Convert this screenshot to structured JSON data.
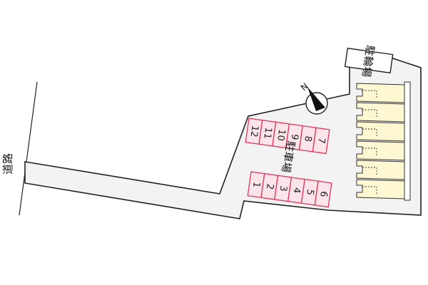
{
  "labels": {
    "road": "道路",
    "parking": "駐車場",
    "bicycle_parking": "駐輪場",
    "north": "N"
  },
  "parking": {
    "top_row": [
      "12",
      "11",
      "10",
      "9",
      "8",
      "7"
    ],
    "bottom_row": [
      "1",
      "2",
      "3",
      "4",
      "5",
      "6"
    ]
  },
  "colors": {
    "slot_fill": "#fbe4ea",
    "slot_stroke": "#e0365a",
    "lot_fill": "#f3f3f3",
    "building_fill": "#fdf8d2"
  },
  "icons": [
    "north-arrow-icon"
  ]
}
